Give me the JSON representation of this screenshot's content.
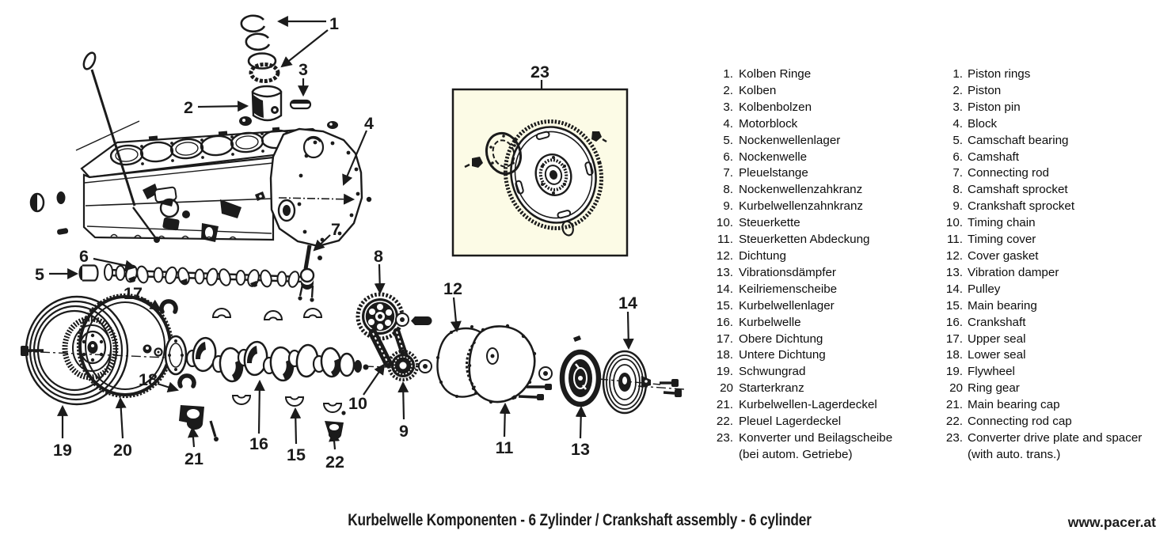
{
  "diagram": {
    "ink": "#1b1b1b",
    "inset_bg": "#fcfbe6",
    "callout_labels": [
      "1",
      "2",
      "3",
      "4",
      "5",
      "6",
      "7",
      "8",
      "9",
      "10",
      "11",
      "12",
      "13",
      "14",
      "15",
      "16",
      "17",
      "18",
      "19",
      "20",
      "21",
      "22",
      "23"
    ]
  },
  "parts_lists": {
    "german": {
      "items": [
        {
          "num": "1.",
          "label": "Kolben Ringe"
        },
        {
          "num": "2.",
          "label": "Kolben"
        },
        {
          "num": "3.",
          "label": "Kolbenbolzen"
        },
        {
          "num": "4.",
          "label": "Motorblock"
        },
        {
          "num": "5.",
          "label": "Nockenwellenlager"
        },
        {
          "num": "6.",
          "label": "Nockenwelle"
        },
        {
          "num": "7.",
          "label": "Pleuelstange"
        },
        {
          "num": "8.",
          "label": "Nockenwellenzahkranz"
        },
        {
          "num": "9.",
          "label": "Kurbelwellenzahnkranz"
        },
        {
          "num": "10.",
          "label": "Steuerkette"
        },
        {
          "num": "11.",
          "label": "Steuerketten Abdeckung"
        },
        {
          "num": "12.",
          "label": "Dichtung"
        },
        {
          "num": "13.",
          "label": "Vibrationsdämpfer"
        },
        {
          "num": "14.",
          "label": "Keilriemenscheibe"
        },
        {
          "num": "15.",
          "label": "Kurbelwellenlager"
        },
        {
          "num": "16.",
          "label": "Kurbelwelle"
        },
        {
          "num": "17.",
          "label": "Obere Dichtung"
        },
        {
          "num": "18.",
          "label": "Untere Dichtung"
        },
        {
          "num": "19.",
          "label": "Schwungrad"
        },
        {
          "num": "20",
          "label": "Starterkranz"
        },
        {
          "num": "21.",
          "label": "Kurbelwellen-Lagerdeckel"
        },
        {
          "num": "22.",
          "label": "Pleuel Lagerdeckel"
        },
        {
          "num": "23.",
          "label": "Konverter und Beilagscheibe",
          "label2": "(bei autom. Getriebe)"
        }
      ]
    },
    "english": {
      "items": [
        {
          "num": "1.",
          "label": "Piston rings"
        },
        {
          "num": "2.",
          "label": "Piston"
        },
        {
          "num": "3.",
          "label": "Piston pin"
        },
        {
          "num": "4.",
          "label": "Block"
        },
        {
          "num": "5.",
          "label": "Camschaft bearing"
        },
        {
          "num": "6.",
          "label": "Camshaft"
        },
        {
          "num": "7.",
          "label": "Connecting rod"
        },
        {
          "num": "8.",
          "label": "Camshaft sprocket"
        },
        {
          "num": "9.",
          "label": "Crankshaft sprocket"
        },
        {
          "num": "10.",
          "label": "Timing chain"
        },
        {
          "num": "11.",
          "label": "Timing cover"
        },
        {
          "num": "12.",
          "label": "Cover gasket"
        },
        {
          "num": "13.",
          "label": "Vibration damper"
        },
        {
          "num": "14.",
          "label": "Pulley"
        },
        {
          "num": "15.",
          "label": "Main bearing"
        },
        {
          "num": "16.",
          "label": "Crankshaft"
        },
        {
          "num": "17.",
          "label": "Upper seal"
        },
        {
          "num": "18.",
          "label": "Lower seal"
        },
        {
          "num": "19.",
          "label": "Flywheel"
        },
        {
          "num": "20",
          "label": "Ring gear"
        },
        {
          "num": "21.",
          "label": "Main bearing cap"
        },
        {
          "num": "22.",
          "label": "Connecting rod cap"
        },
        {
          "num": "23.",
          "label": "Converter drive plate and spacer",
          "label2": "(with auto. trans.)"
        }
      ]
    }
  },
  "footer": {
    "title": "Kurbelwelle Komponenten - 6 Zylinder / Crankshaft assembly - 6 cylinder",
    "website": "www.pacer.at"
  }
}
